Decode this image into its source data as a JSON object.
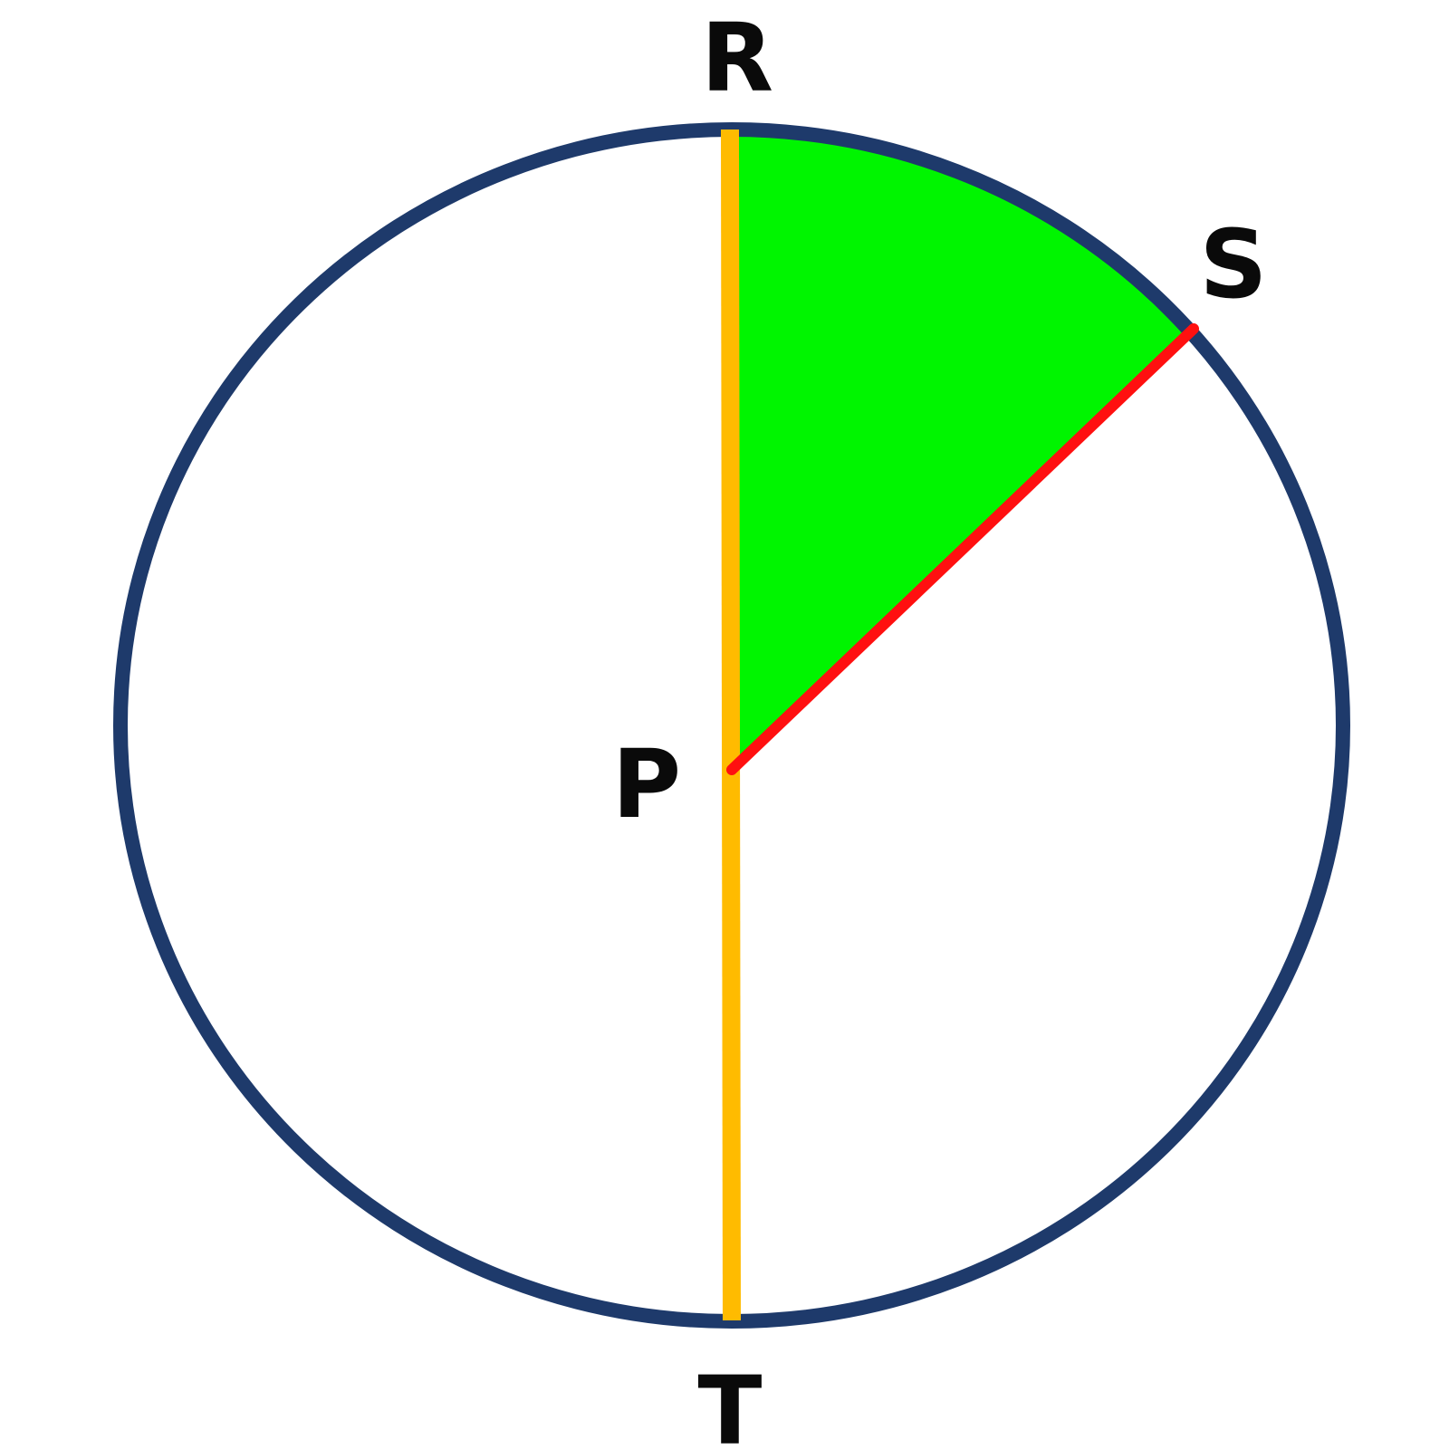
{
  "diagram": {
    "labels": {
      "top": "R",
      "right": "S",
      "center": "P",
      "bottom": "T"
    },
    "colors": {
      "circle": "#1e3a6b",
      "diameter": "#ffbb00",
      "radius": "#ff1010",
      "sector": "#00f500",
      "text": "#0a0a0a"
    }
  }
}
